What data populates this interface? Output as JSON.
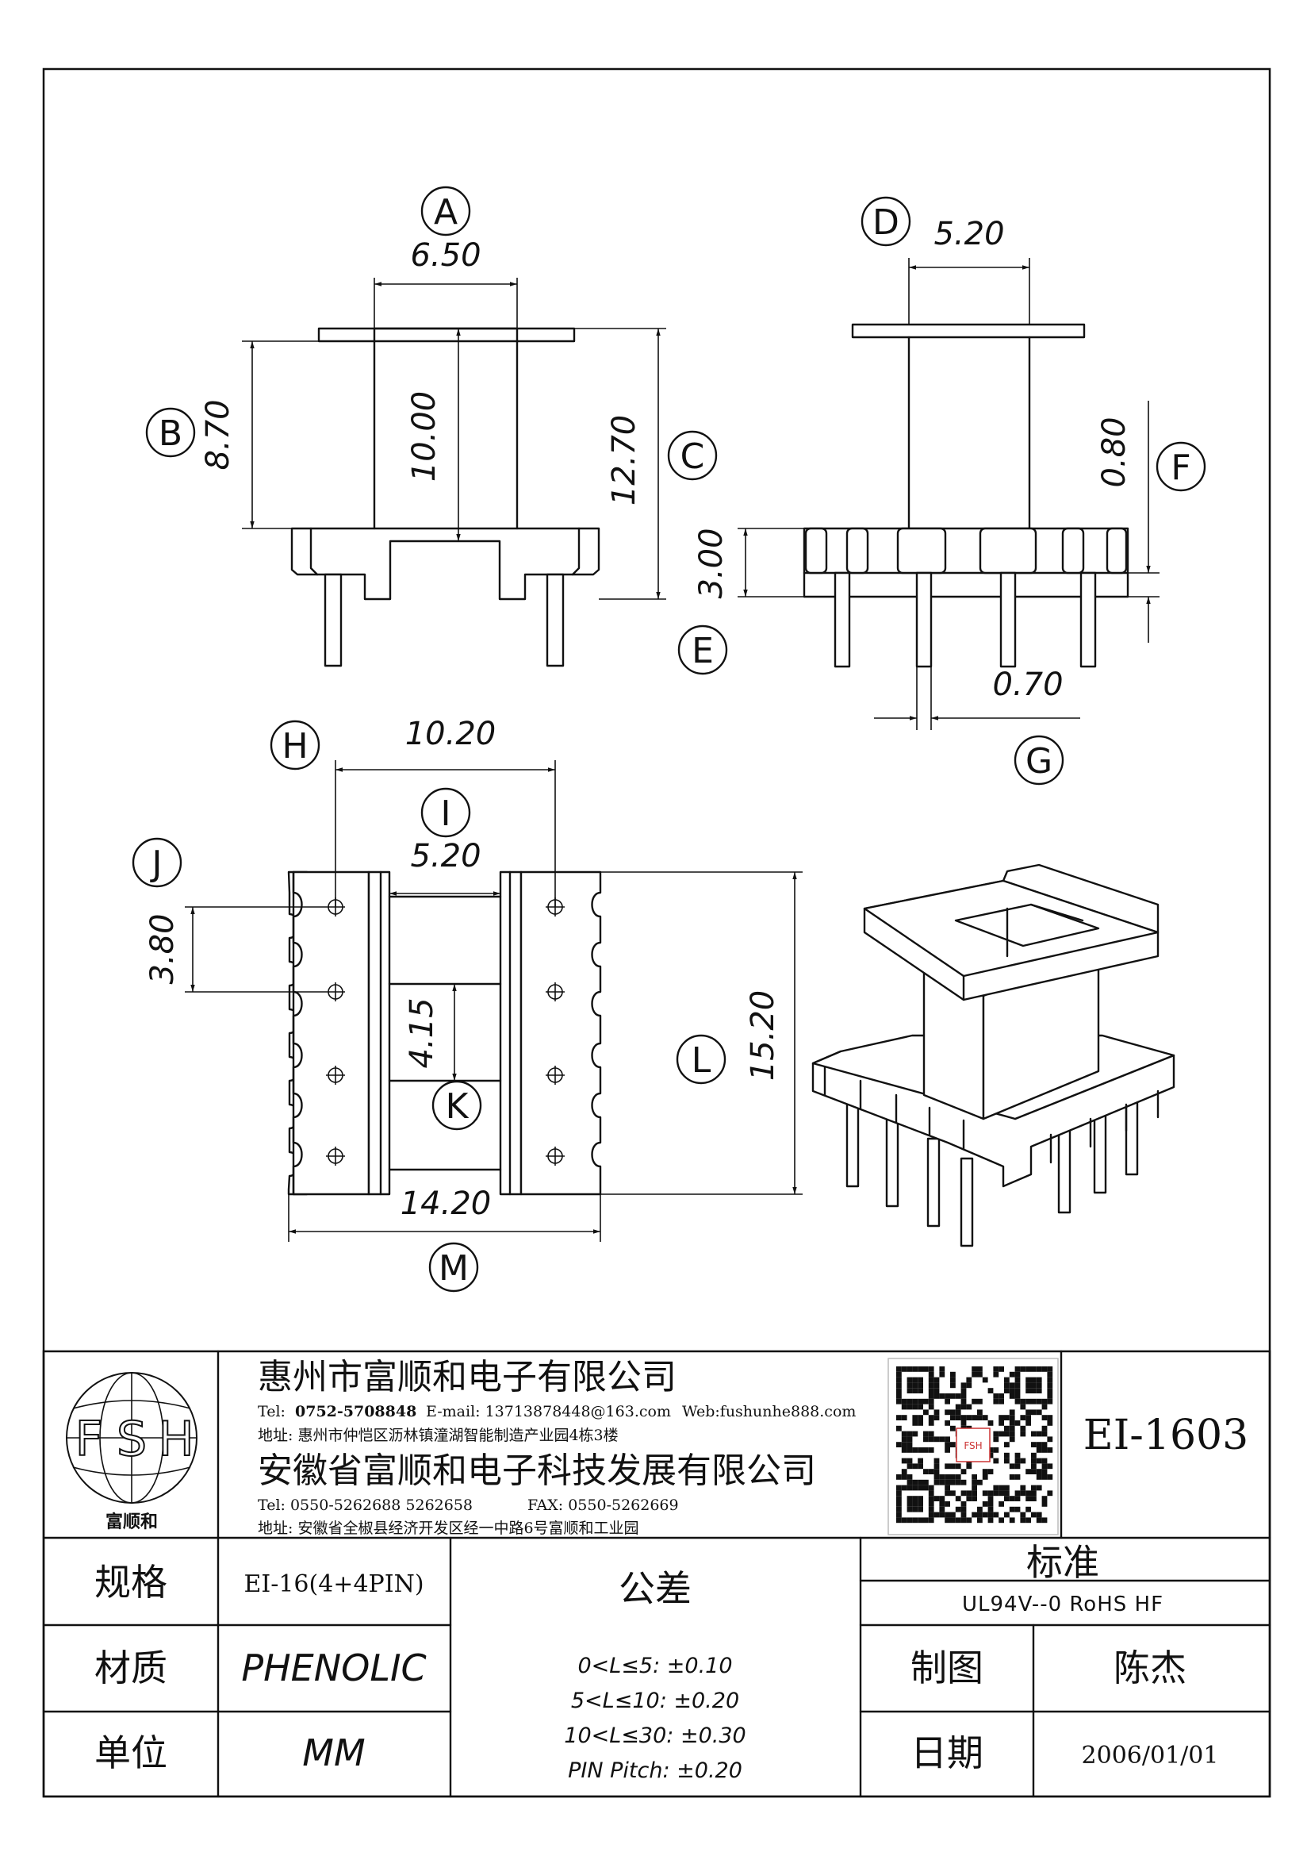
{
  "dimensions": {
    "a": "6.50",
    "b": "8.70",
    "b2": "10.00",
    "c": "12.70",
    "d": "5.20",
    "f": "0.80",
    "e": "3.00",
    "g": "0.70",
    "h": "10.20",
    "i": "5.20",
    "j": "3.80",
    "k": "4.15",
    "l": "15.20",
    "m": "14.20"
  },
  "labels": {
    "a": "A",
    "b": "B",
    "c": "C",
    "d": "D",
    "e": "E",
    "f": "F",
    "g": "G",
    "h": "H",
    "i": "I",
    "j": "J",
    "k": "K",
    "l": "L",
    "m": "M"
  },
  "logo": {
    "letters": [
      "F",
      "S",
      "H"
    ],
    "caption": "富顺和",
    "qr_text": "FSH"
  },
  "company1": {
    "name": "惠州市富顺和电子有限公司",
    "tel_label": "Tel:",
    "tel": "0752-5708848",
    "email": "E-mail: 13713878448@163.com",
    "web": "Web:fushunhe888.com",
    "address": "地址: 惠州市仲恺区沥林镇潼湖智能制造产业园4栋3楼"
  },
  "company2": {
    "name": "安徽省富顺和电子科技发展有限公司",
    "tel": "Tel:    0550-5262688   5262658",
    "fax": "FAX: 0550-5262669",
    "address": "地址: 安徽省全椒县经济开发区经一中路6号富顺和工业园"
  },
  "model": "EI-1603",
  "titleblock": {
    "spec_label": "规格",
    "spec_value": "EI-16(4+4PIN)",
    "material_label": "材质",
    "material_value": "PHENOLIC",
    "unit_label": "单位",
    "unit_value": "MM",
    "tolerance_label": "公差",
    "tolerances": [
      "0<L≤5: ±0.10",
      "5<L≤10: ±0.20",
      "10<L≤30: ±0.30",
      "PIN Pitch: ±0.20"
    ],
    "standard_label": "标准",
    "standard_value": "UL94V--0  RoHS HF",
    "drawn_label": "制图",
    "drawn_value": "陈杰",
    "date_label": "日期",
    "date_value": "2006/01/01"
  }
}
